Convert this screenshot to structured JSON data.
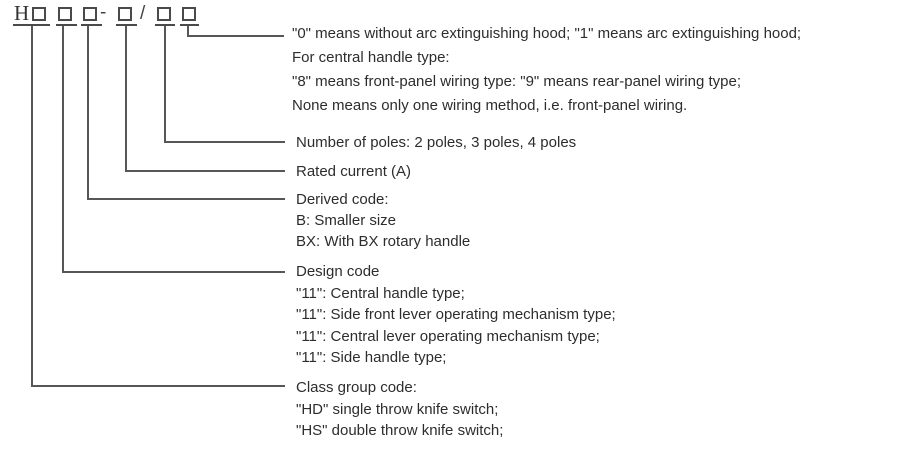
{
  "model_code": {
    "prefix": "H",
    "dash": "-",
    "slash": "/",
    "box_count": 6
  },
  "labels": {
    "hood_wiring": {
      "lines": [
        "\"0\" means without arc extinguishing hood; \"1\" means arc extinguishing hood;",
        "For central handle type:",
        "\"8\" means front-panel wiring type: \"9\" means rear-panel wiring type;",
        "None means only one wiring method, i.e. front-panel wiring."
      ]
    },
    "poles": {
      "lines": [
        "Number of poles: 2 poles, 3 poles, 4 poles"
      ]
    },
    "rated_current": {
      "lines": [
        "Rated current (A)"
      ]
    },
    "derived_code": {
      "lines": [
        "Derived code:",
        "B: Smaller size",
        "BX: With BX rotary handle"
      ]
    },
    "design_code": {
      "lines": [
        "Design code",
        "\"11\": Central handle type;",
        "\"11\": Side front lever operating mechanism type;",
        "\"11\": Central lever operating mechanism type;",
        "\"11\": Side handle type;"
      ]
    },
    "class_group": {
      "lines": [
        "Class group code:",
        "\"HD\" single throw knife switch;",
        "\"HS\" double throw knife switch;"
      ]
    }
  },
  "colors": {
    "background": "#ffffff",
    "text": "#2d2d2d",
    "connector_line": "#575757",
    "box_border": "#4a4a4a"
  }
}
